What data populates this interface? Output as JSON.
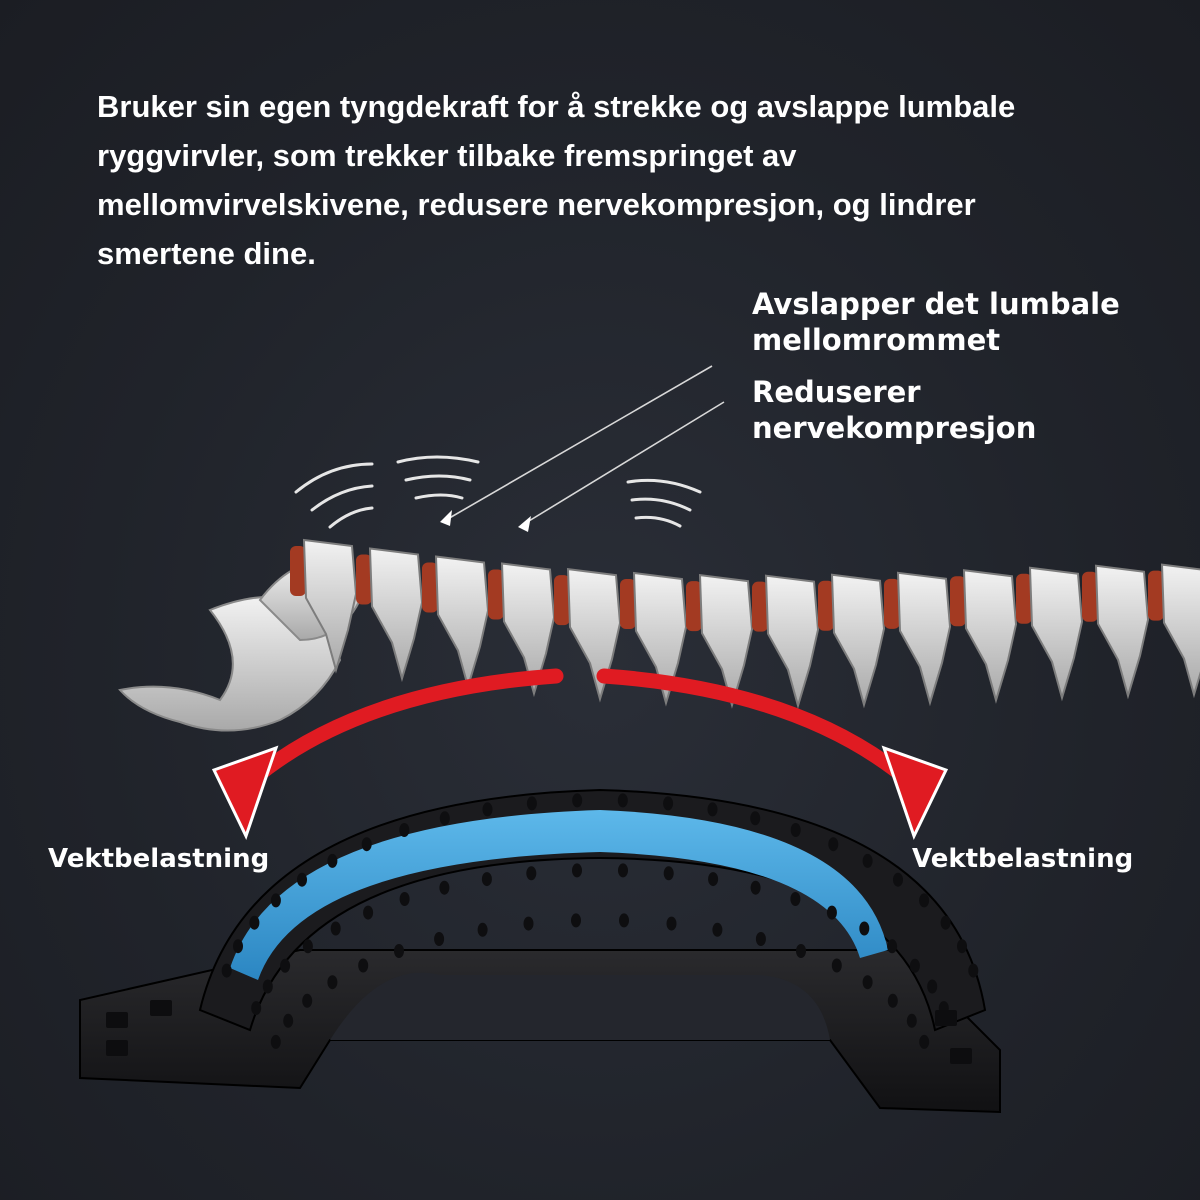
{
  "headline": "Bruker sin egen tyngdekraft for å strekke og avslappe lumbale ryggvirvler, som trekker tilbake fremspringet av mellomvirvelskivene, redusere nervekompresjon, og lindrer smertene dine.",
  "callouts": [
    {
      "text": "Avslapper det lumbale mellomrommet"
    },
    {
      "text": "Reduserer nervekompresjon"
    }
  ],
  "load_labels": {
    "left": "Vektbelastning",
    "right": "Vektbelastning"
  },
  "colors": {
    "background": "#1f2229",
    "text": "#ffffff",
    "arrow": "#e01b22",
    "disc": "#a33a22",
    "bone": "#d9d9d9",
    "pad": "#3fa2db",
    "stretcher": "#1c1c1e"
  }
}
